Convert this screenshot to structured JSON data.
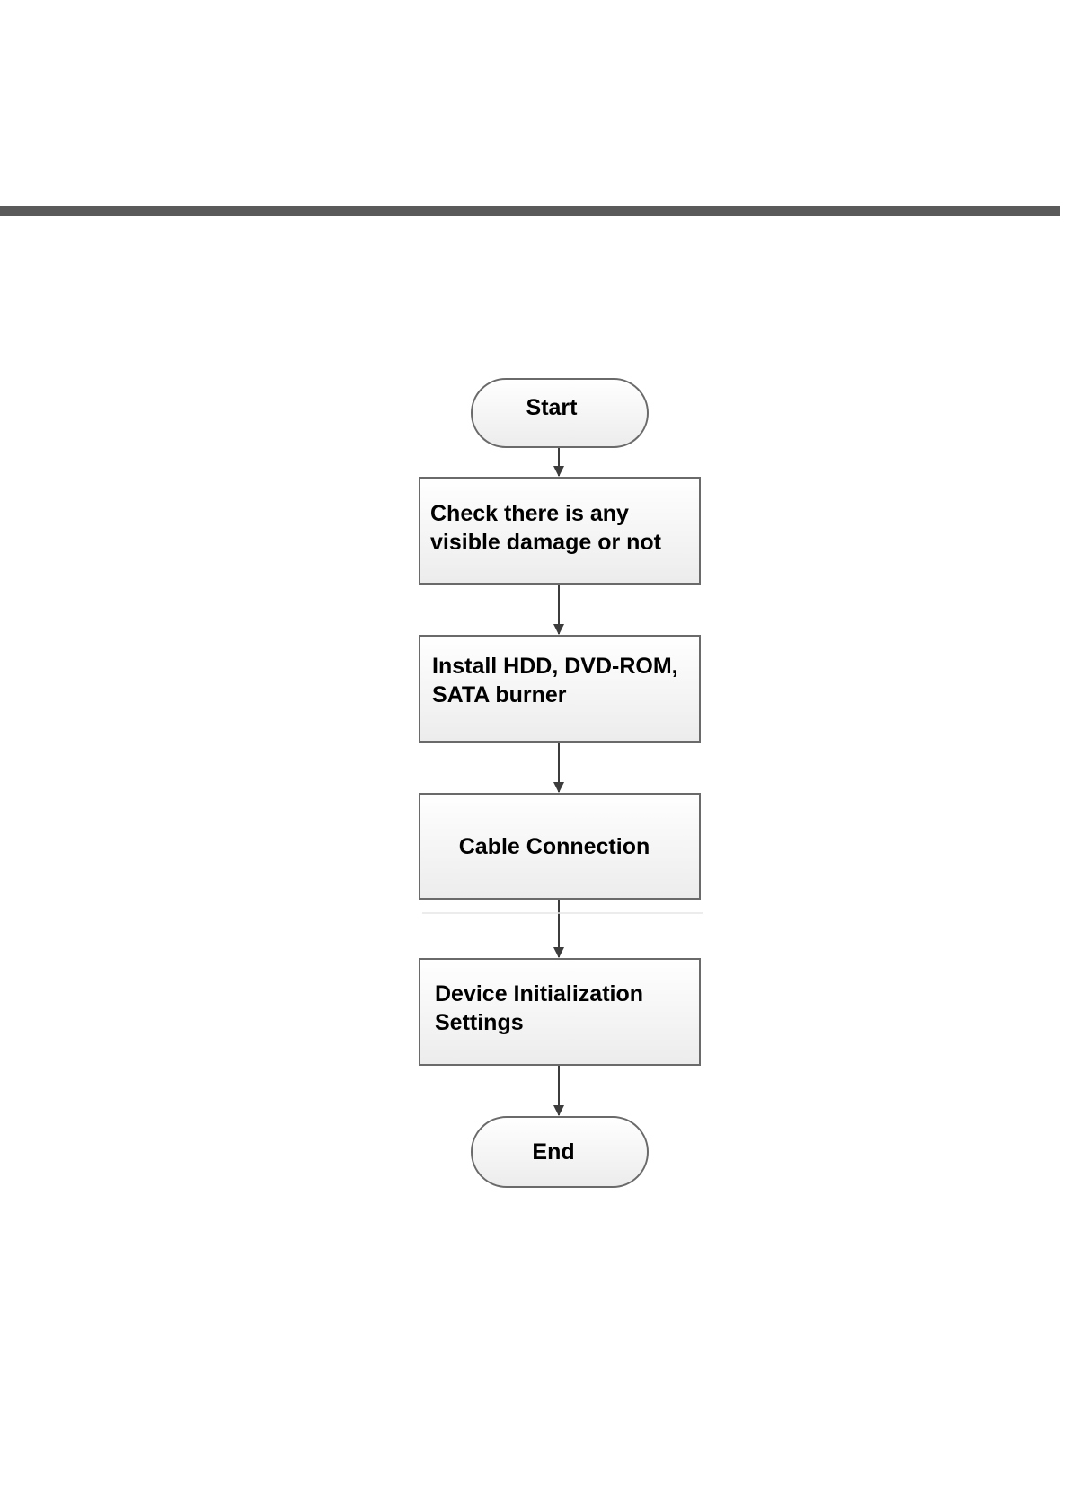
{
  "flowchart": {
    "nodes": [
      {
        "id": "start",
        "shape": "terminal",
        "lines": [
          "Start"
        ]
      },
      {
        "id": "check-damage",
        "shape": "process",
        "lines": [
          "Check there is any",
          "visible damage or not"
        ]
      },
      {
        "id": "install-hdd",
        "shape": "process",
        "lines": [
          "Install HDD, DVD-ROM,",
          "SATA burner"
        ]
      },
      {
        "id": "cable-connection",
        "shape": "process",
        "lines": [
          "Cable Connection"
        ]
      },
      {
        "id": "device-init",
        "shape": "process",
        "lines": [
          "Device Initialization",
          "Settings"
        ]
      },
      {
        "id": "end",
        "shape": "terminal",
        "lines": [
          "End"
        ]
      }
    ],
    "edges": [
      {
        "from": "start",
        "to": "check-damage"
      },
      {
        "from": "check-damage",
        "to": "install-hdd"
      },
      {
        "from": "install-hdd",
        "to": "cable-connection"
      },
      {
        "from": "cable-connection",
        "to": "device-init"
      },
      {
        "from": "device-init",
        "to": "end"
      }
    ]
  }
}
